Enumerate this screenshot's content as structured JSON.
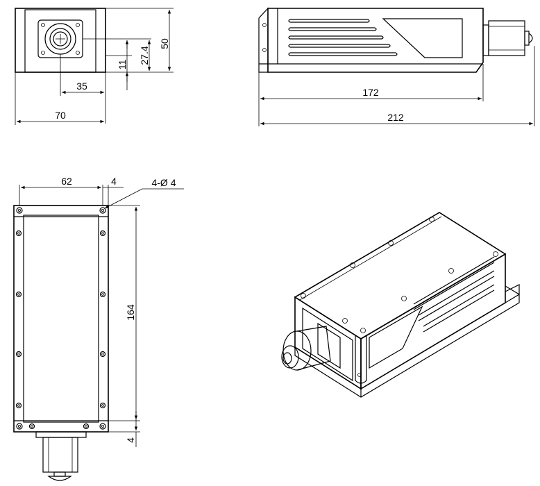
{
  "drawing": {
    "front_view": {
      "dim_height": "50",
      "dim_center_height": "27.4",
      "dim_center_offset": "11",
      "dim_center_x": "35",
      "dim_width": "70"
    },
    "side_view": {
      "dim_body_length": "172",
      "dim_total_length": "212"
    },
    "top_view": {
      "dim_hole_spacing": "62",
      "dim_hole_edge": "4",
      "hole_callout": "4-Ø 4",
      "dim_length": "164",
      "dim_bottom_flange": "4"
    }
  }
}
